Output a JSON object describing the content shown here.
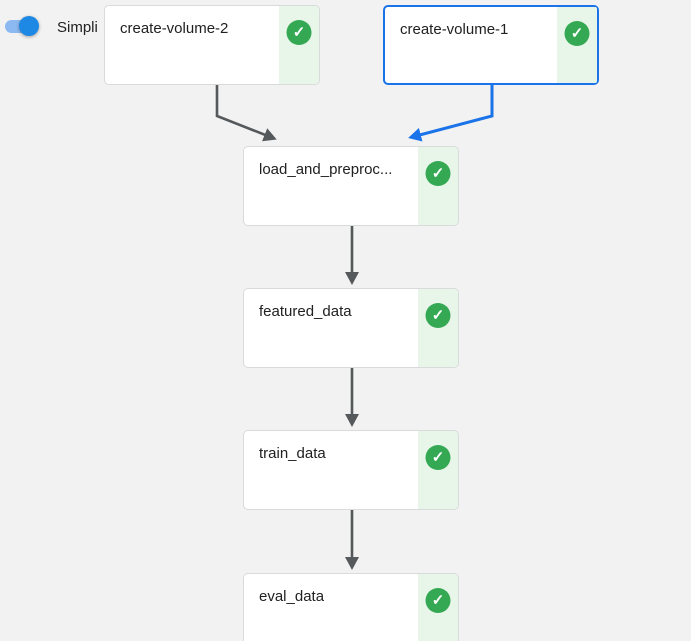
{
  "toolbar": {
    "simplify_label": "Simpli"
  },
  "icons": {
    "success": "✓"
  },
  "graph": {
    "nodes": [
      {
        "id": "create-volume-2",
        "label": "create-volume-2",
        "status": "Succeeded",
        "selected": false
      },
      {
        "id": "create-volume-1",
        "label": "create-volume-1",
        "status": "Succeeded",
        "selected": true
      },
      {
        "id": "load_and_preprocess",
        "label": "load_and_preproc...",
        "status": "Succeeded",
        "selected": false
      },
      {
        "id": "featured_data",
        "label": "featured_data",
        "status": "Succeeded",
        "selected": false
      },
      {
        "id": "train_data",
        "label": "train_data",
        "status": "Succeeded",
        "selected": false
      },
      {
        "id": "eval_data",
        "label": "eval_data",
        "status": "Succeeded",
        "selected": false
      }
    ],
    "edges": [
      {
        "from": "create-volume-2",
        "to": "load_and_preprocess",
        "color": "gray"
      },
      {
        "from": "create-volume-1",
        "to": "load_and_preprocess",
        "color": "blue"
      },
      {
        "from": "load_and_preprocess",
        "to": "featured_data",
        "color": "gray"
      },
      {
        "from": "featured_data",
        "to": "train_data",
        "color": "gray"
      },
      {
        "from": "train_data",
        "to": "eval_data",
        "color": "gray"
      }
    ]
  },
  "colors": {
    "canvas_bg": "#f1f2f1",
    "node_bg": "#ffffff",
    "node_border": "#d9dadb",
    "selected_border": "#1a73e8",
    "edge_gray": "#56595c",
    "edge_blue": "#1a73e8",
    "success_green": "#34a853",
    "success_strip_bg": "#e8f5e9",
    "label_color": "#212121",
    "toggle_thumb": "#1e88e5",
    "toggle_track": "#8cb9f1"
  }
}
